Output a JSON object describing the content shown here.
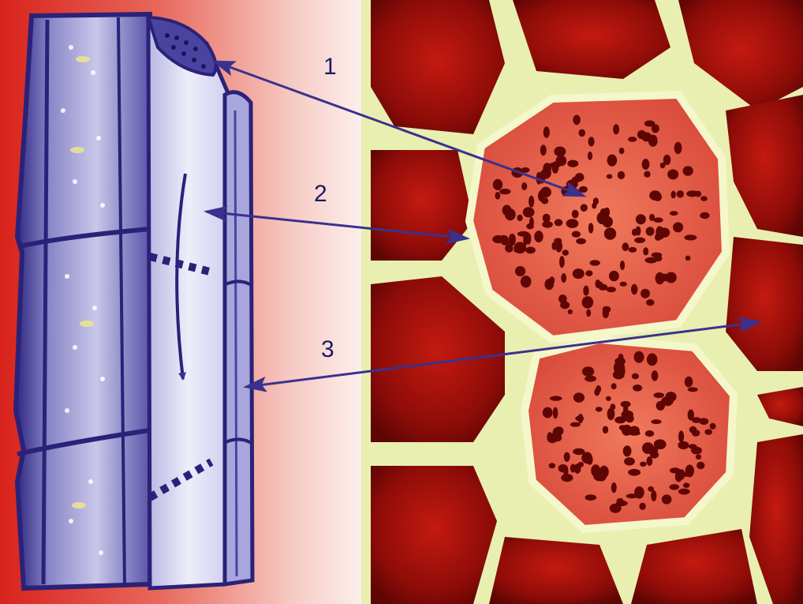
{
  "labels": {
    "one": "1",
    "two": "2",
    "three": "3"
  },
  "colors": {
    "tissue_red": "#b8140c",
    "wall_cream": "#e9efb0",
    "tube_violet": "#3a318e",
    "tube_light": "#d6d6f0",
    "arrow": "#3a318e",
    "left_background": "#d8231c"
  }
}
